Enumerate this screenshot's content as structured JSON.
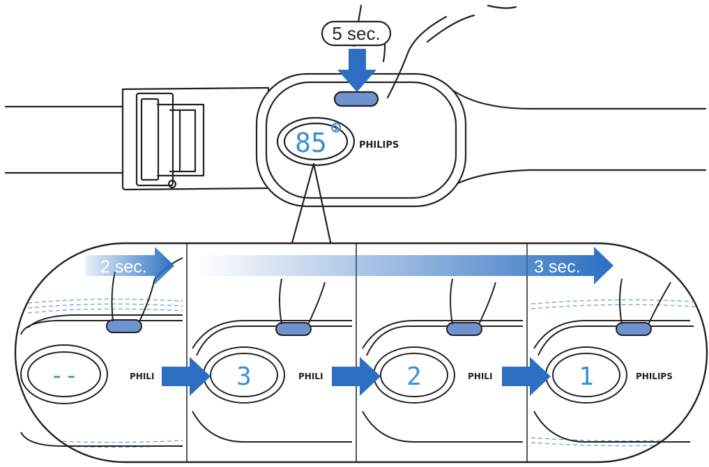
{
  "top": {
    "hold_label": "5 sec.",
    "display_value": "85",
    "brand": "PHILIPS"
  },
  "zoom": {
    "short_hold_label": "2 sec.",
    "long_hold_label": "3 sec.",
    "panels": [
      {
        "display": "--",
        "brand": "PHILI"
      },
      {
        "display": "3",
        "brand": "PHILI"
      },
      {
        "display": "2",
        "brand": "PHILI"
      },
      {
        "display": "1",
        "brand": "PHILIPS"
      }
    ]
  },
  "colors": {
    "line": "#231f20",
    "accent_blue": "#2c6fc2",
    "display_blue": "#3a8fd8",
    "button_blue": "#6f93cf"
  }
}
